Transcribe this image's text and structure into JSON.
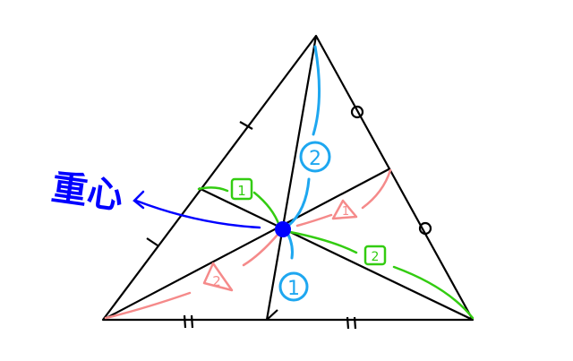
{
  "labels": {
    "centroid": "重心",
    "blue_upper": "2",
    "blue_lower": "1",
    "green_upper": "1",
    "green_lower": "2",
    "pink_upper": "1",
    "pink_lower": "2"
  },
  "colors": {
    "lines": "#000000",
    "centroid": "#0000ff",
    "blue_ratio": "#1ea7f0",
    "green_ratio": "#33cc11",
    "pink_ratio": "#f58a8a"
  }
}
